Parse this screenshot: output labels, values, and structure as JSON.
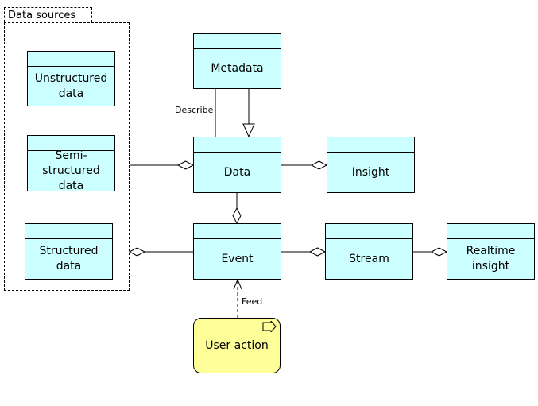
{
  "group": {
    "title": "Data sources"
  },
  "nodes": {
    "metadata": "Metadata",
    "unstructured": "Unstructured data",
    "semi_structured": "Semi-structured data",
    "structured": "Structured data",
    "data": "Data",
    "insight": "Insight",
    "event": "Event",
    "stream": "Stream",
    "realtime_insight": "Realtime insight",
    "user_action": "User action"
  },
  "edge_labels": {
    "describe": "Describe",
    "feed": "Feed"
  },
  "colors": {
    "node_fill": "#ccffff",
    "event_fill": "#ffff99",
    "line": "#000000"
  }
}
